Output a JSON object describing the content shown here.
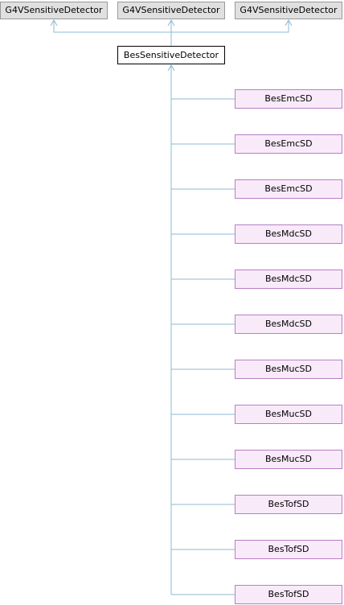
{
  "diagram": {
    "bases": [
      {
        "label": "G4VSensitiveDetector"
      },
      {
        "label": "G4VSensitiveDetector"
      },
      {
        "label": "G4VSensitiveDetector"
      }
    ],
    "current": {
      "label": "BesSensitiveDetector"
    },
    "derived": [
      {
        "label": "BesEmcSD"
      },
      {
        "label": "BesEmcSD"
      },
      {
        "label": "BesEmcSD"
      },
      {
        "label": "BesMdcSD"
      },
      {
        "label": "BesMdcSD"
      },
      {
        "label": "BesMdcSD"
      },
      {
        "label": "BesMucSD"
      },
      {
        "label": "BesMucSD"
      },
      {
        "label": "BesMucSD"
      },
      {
        "label": "BesTofSD"
      },
      {
        "label": "BesTofSD"
      },
      {
        "label": "BesTofSD"
      }
    ],
    "colors": {
      "edge": "#8cb9d4",
      "base_fill": "#e0e0e0",
      "derived_fill": "#f9eafa",
      "derived_border": "#b87ec4"
    }
  }
}
